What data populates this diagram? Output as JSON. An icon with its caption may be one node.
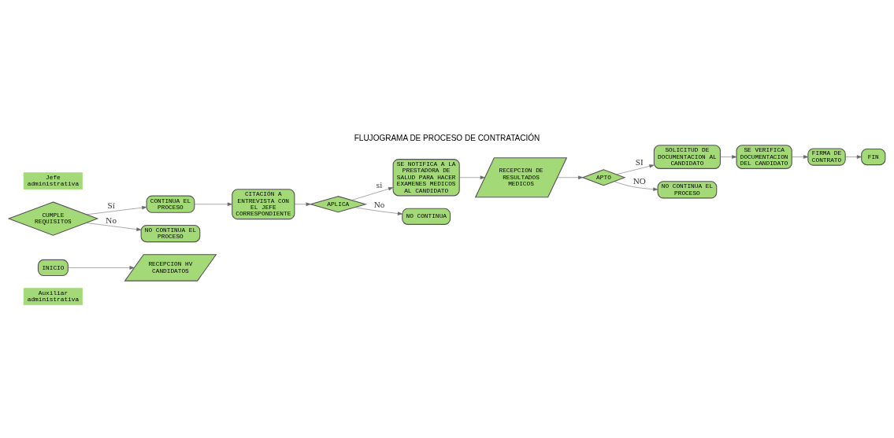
{
  "diagram": {
    "title": "FLUJOGRAMA DE PROCESO DE CONTRATACIÓN",
    "nodes": [
      {
        "text": [
          "Auxiliar administrativa"
        ]
      },
      {
        "text": [
          "INICIO"
        ]
      },
      {
        "text": [
          "RECEPCION HV CANDIDATOS"
        ]
      },
      {
        "text": [
          "CONTINUA EL PROCESO"
        ]
      },
      {
        "text": [
          "CITACIÓN A ENTREVISTA CON EL JEFE CORRESPONDIENTE"
        ]
      },
      {
        "text": [
          "SE NOTIFICA A LA PRESTADORA DE SALUD PARA HACER EXAMENES MEDICOS AL CANDIDATO"
        ]
      },
      {
        "text": [
          "RECEPCION DE RESULTADOS MEDICOS"
        ]
      },
      {
        "text": [
          "SOLICITUD DE DOCUMENTACION AL CANDIDATO"
        ]
      },
      {
        "text": [
          "NO CONTINUA EL PROCESO"
        ]
      },
      {
        "text": [
          "CUMPLE REQUISITOS"
        ]
      },
      {
        "text": [
          "NO CONTINUA"
        ]
      },
      {
        "text": [
          "APLICA"
        ]
      },
      {
        "text": [
          "NO CONTINUA EL PROCESO"
        ]
      },
      {
        "text": [
          "APTO"
        ]
      },
      {
        "text": [
          "SE VERIFICA DOCUMENTACION DEL CANDIDATO"
        ]
      },
      {
        "text": [
          "Jefe administrativa"
        ]
      },
      {
        "text": [
          "FIRMA DE CONTRATO"
        ]
      },
      {
        "text": [
          "FIN"
        ]
      }
    ],
    "edges": [
      {
        "from": 1,
        "to": 2,
        "arrow": "to"
      },
      {
        "from": 9,
        "to": 8,
        "label": "No",
        "arrow": "to"
      },
      {
        "from": 9,
        "to": 3,
        "label": "Sí",
        "arrow": "to"
      },
      {
        "from": 3,
        "to": 4,
        "arrow": "to"
      },
      {
        "from": 4,
        "to": 11,
        "arrow": "to"
      },
      {
        "from": 11,
        "to": 10,
        "label": "No",
        "arrow": "to"
      },
      {
        "from": 11,
        "to": 5,
        "label": "si",
        "arrow": "to"
      },
      {
        "from": 5,
        "to": 6,
        "arrow": "to"
      },
      {
        "from": 6,
        "to": 13,
        "arrow": "to"
      },
      {
        "from": 13,
        "to": 12,
        "label": "NO",
        "arrow": "to"
      },
      {
        "from": 13,
        "to": 7,
        "label": "SI",
        "arrow": "to"
      },
      {
        "from": 7,
        "to": 14,
        "arrow": "to"
      },
      {
        "from": 14,
        "to": 16,
        "arrow": "to"
      },
      {
        "from": 16,
        "to": 17,
        "arrow": "to"
      }
    ]
  }
}
